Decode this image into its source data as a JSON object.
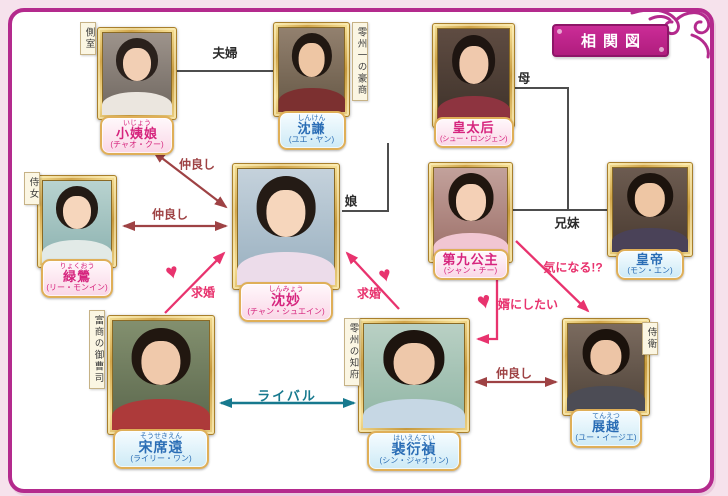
{
  "title": "相関図",
  "people": [
    {
      "name": "小姨娘",
      "furigana": "いじょう",
      "romaji": "(チャオ・クー)",
      "tag": "側室"
    },
    {
      "name": "沈謙",
      "furigana": "しんけん",
      "romaji": "(ユエ・ヤン)",
      "tag": "零州一の豪商"
    },
    {
      "name": "皇太后",
      "furigana": "",
      "romaji": "(シュー・ロンジェン)",
      "tag": ""
    },
    {
      "name": "沈妙",
      "furigana": "しんみょう",
      "romaji": "(チャン・シュエイン)",
      "tag": ""
    },
    {
      "name": "緑鶯",
      "furigana": "りょくおう",
      "romaji": "(リー・モンイン)",
      "tag": "侍女"
    },
    {
      "name": "第九公主",
      "furigana": "",
      "romaji": "(シャン・チー)",
      "tag": ""
    },
    {
      "name": "皇帝",
      "furigana": "",
      "romaji": "(モン・エン)",
      "tag": ""
    },
    {
      "name": "宋席遠",
      "furigana": "そうせきえん",
      "romaji": "(ライリー・ワン)",
      "tag": "富商の御曹司"
    },
    {
      "name": "裴衍禎",
      "furigana": "はいえんてい",
      "romaji": "(シン・ジャオリン)",
      "tag": "零州の知府"
    },
    {
      "name": "展越",
      "furigana": "てんえつ",
      "romaji": "(ユー・イージエ)",
      "tag": "侍衛"
    }
  ],
  "relations": {
    "fuufu": "夫婦",
    "musume": "娘",
    "haha": "母",
    "keimai": "兄妹",
    "nakayoshi": "仲良し",
    "kyuukon": "求婚",
    "muko_ni_shitai": "婿にしたい",
    "ki_ni_naru": "気になる!?",
    "rival": "ライバル"
  },
  "icons": {
    "heart": "♥"
  },
  "colors": {
    "frame_border": "#b42a8d",
    "family_line": "#4d4d4d",
    "friend_arrow": "#9e4244",
    "love_arrow": "#e8336e",
    "rival_arrow": "#17798e",
    "female_name": "#d6257e",
    "male_name": "#2a6db5"
  }
}
